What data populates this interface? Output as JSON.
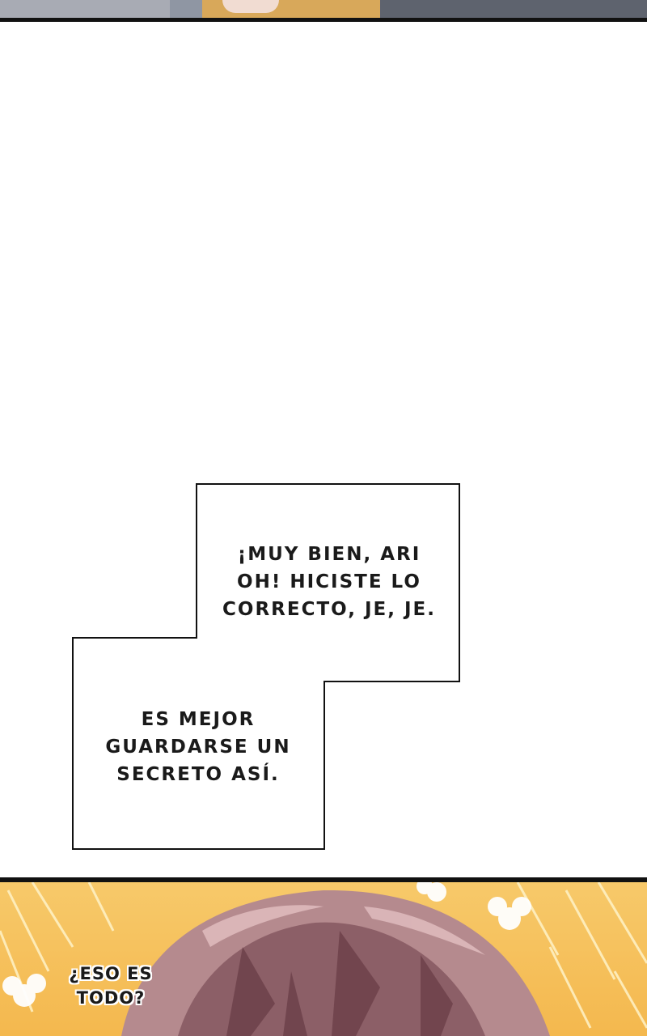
{
  "panel_top": {
    "caption_lines": "¡MUY BIEN, ARI\nOH! HICISTE LO\nCORRECTO, JE, JE."
  },
  "panel_middle": {
    "caption_lines": "ES MEJOR\nGUARDARSE UN\nSECRETO ASÍ."
  },
  "panel_bottom": {
    "side_caption": "¿ESO ES\nTODO?"
  },
  "colors": {
    "page_background": "#ffffff",
    "panel_border": "#111111",
    "bottom_background": "#f4b84e",
    "hair": "#b58a8e"
  }
}
